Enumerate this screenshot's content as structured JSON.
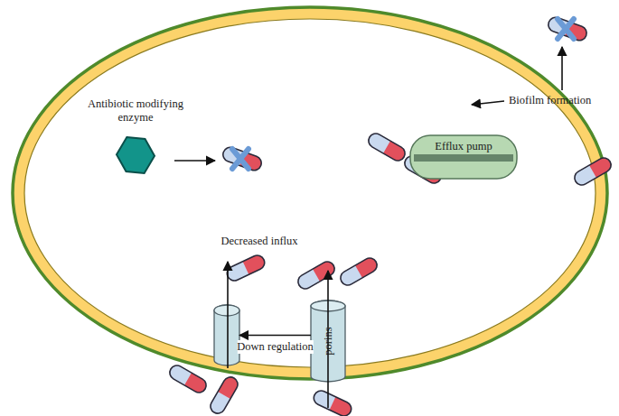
{
  "diagram": {
    "nodes": [
      {
        "text": [
          "Antibiotic modifying enzyme"
        ]
      },
      {
        "text": [
          "Efflux pump"
        ]
      },
      {
        "text": [
          "Decreased influx"
        ]
      },
      {
        "text": [
          "porins"
        ]
      }
    ],
    "edges": [
      {
        "from": 3,
        "to": 2,
        "label": "Down regulation",
        "arrow": "to"
      }
    ],
    "labels": [
      "Biofilm formation"
    ]
  }
}
